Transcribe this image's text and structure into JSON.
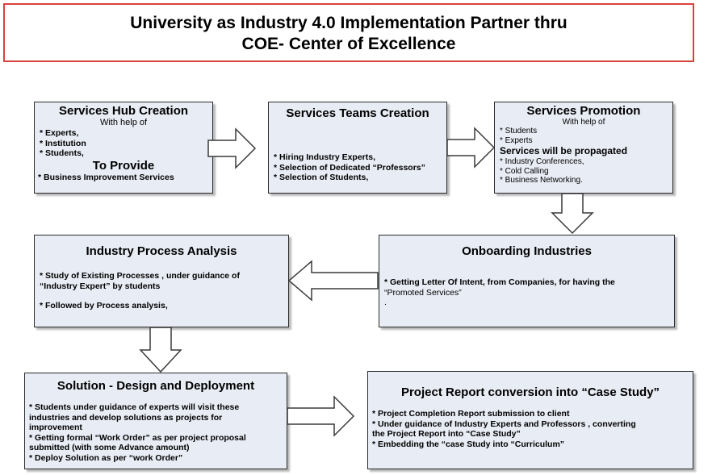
{
  "title": {
    "line1": "University as Industry 4.0 Implementation Partner thru",
    "line2": "COE- Center  of Excellence"
  },
  "boxes": {
    "hub": {
      "heading": "Services Hub Creation",
      "subheading": "With help of",
      "items": [
        "* Experts,",
        "* Institution",
        "* Students,"
      ],
      "provide_heading": "To Provide",
      "provide_items": [
        "* Business Improvement Services"
      ]
    },
    "teams": {
      "heading": "Services Teams Creation",
      "items": [
        "* Hiring Industry  Experts,",
        "* Selection of Dedicated “Professors”",
        "* Selection of Students,"
      ]
    },
    "promotion": {
      "heading": "Services Promotion",
      "subheading": "With help of",
      "items": [
        "* Students",
        "* Experts"
      ],
      "propagate_heading": "Services will be propagated",
      "propagate_items": [
        "* Industry Conferences,",
        "* Cold Calling",
        "* Business Networking."
      ]
    },
    "onboarding": {
      "heading": "Onboarding Industries",
      "lines": [
        "* Getting Letter Of Intent, from Companies, for having the",
        "“Promoted Services”",
        "."
      ]
    },
    "analysis": {
      "heading": "Industry Process  Analysis",
      "lines": [
        "* Study of Existing Processes , under guidance of",
        "“Industry Expert” by students"
      ],
      "follow": "* Followed by Process  analysis,"
    },
    "solution": {
      "heading": "Solution - Design and Deployment",
      "lines": [
        "* Students under guidance of  experts will visit these",
        "industries and develop solutions as projects for",
        "improvement",
        "* Getting formal “Work Order” as per project  proposal",
        "submitted (with some Advance amount)",
        "* Deploy Solution as per “work Order”"
      ]
    },
    "report": {
      "heading": "Project Report conversion into  “Case Study”",
      "lines": [
        "*  Project Completion Report   submission to client",
        "*  Under guidance of Industry Experts and Professors , converting",
        "    the  Project Report into “Case Study”",
        "*  Embedding the “case Study into    “Curriculum”"
      ]
    }
  }
}
